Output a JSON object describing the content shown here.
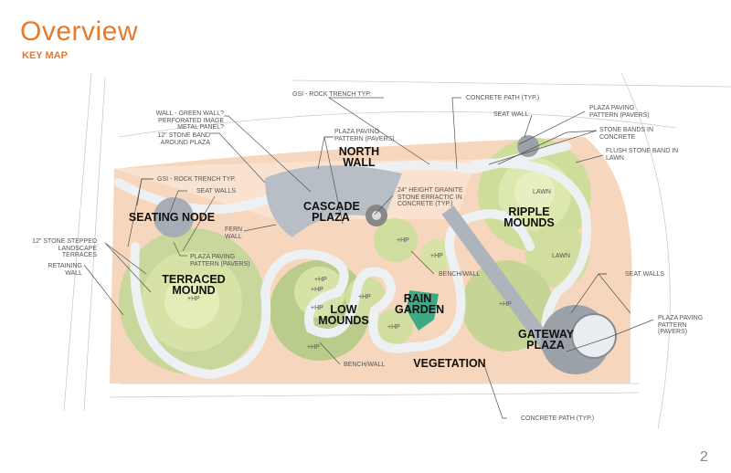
{
  "header": {
    "title": "Overview",
    "subtitle": "KEY MAP"
  },
  "page_number": "2",
  "regions": {
    "seating_node": "SEATING NODE",
    "north_wall": "NORTH WALL",
    "cascade_plaza": "CASCADE PLAZA",
    "ripple_mounds": "RIPPLE MOUNDS",
    "terraced_mound": "TERRACED MOUND",
    "low_mounds": "LOW MOUNDS",
    "rain_garden": "RAIN GARDEN",
    "gateway_plaza": "GATEWAY PLAZA",
    "vegetation": "VEGETATION"
  },
  "annotations": {
    "gsi_top": "GSI - ROCK TRENCH TYP.",
    "concrete_path_top": "CONCRETE PATH (TYP.)",
    "wall_green": "WALL - GREEN WALL? PERFORATED IMAGE METAL PANEL?",
    "stone_band": "12\" STONE BAND AROUND PLAZA",
    "plaza_paving_north": "PLAZA PAVING PATTERN (PAVERS)",
    "seat_wall": "SEAT WALL",
    "plaza_paving_ne": "PLAZA PAVING PATTERN (PAVERS)",
    "stone_bands_concrete": "STONE BANDS IN CONCRETE",
    "flush_stone": "FLUSH STONE BAND IN LAWN",
    "gsi_left": "GSI - ROCK TRENCH TYP.",
    "seat_walls_left": "SEAT WALLS",
    "granite": "24\" HEIGHT GRANITE STONE ERRACTIC IN CONCRETE (TYP.)",
    "fern_wall": "FERN WALL",
    "stepped_terraces": "12\" STONE STEPPED LANDSCAPE TERRACES",
    "plaza_paving_seating": "PLAZA PAVING PATTERN (PAVERS)",
    "retaining_wall": "RETAINING WALL",
    "bench_wall_top": "BENCH/WALL",
    "seat_walls_right": "SEAT WALLS",
    "plaza_paving_gateway": "PLAZA PAVING PATTERN (PAVERS)",
    "bench_wall_bottom": "BENCH/WALL",
    "concrete_path_bottom": "CONCRETE PATH (TYP.)",
    "lawn": "LAWN",
    "hp": "+HP"
  }
}
